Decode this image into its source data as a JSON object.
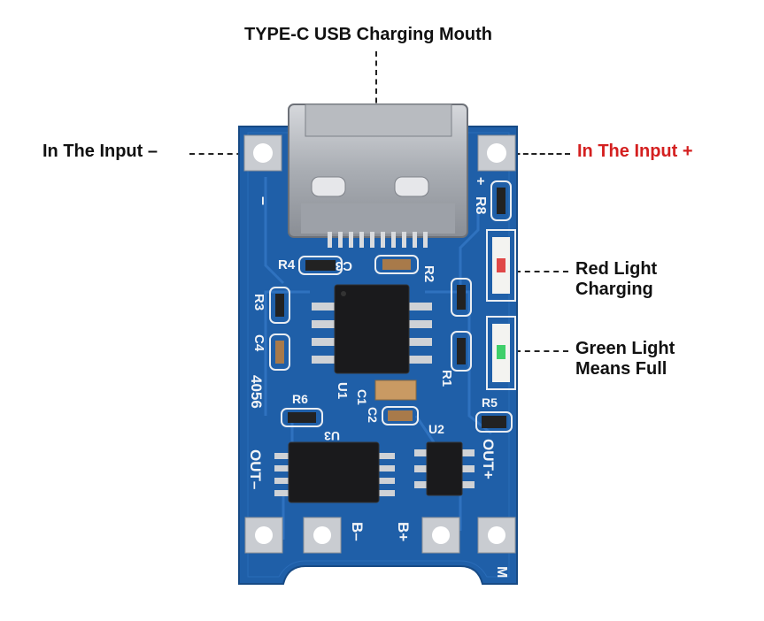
{
  "labels": {
    "usb_port": "TYPE-C USB Charging Mouth",
    "input_minus": "In The Input –",
    "input_plus": "In The Input +",
    "red_light_line1": "Red Light",
    "red_light_line2": "Charging",
    "green_light_line1": "Green Light",
    "green_light_line2": "Means Full"
  },
  "silkscreen": {
    "minus_left": "–",
    "plus_right": "+",
    "r8": "R8",
    "r4": "R4",
    "c3": "C3",
    "r2": "R2",
    "r3": "R3",
    "c4": "C4",
    "model": "4056",
    "u1": "U1",
    "r1": "R1",
    "r6": "R6",
    "c1": "C1",
    "c2": "C2",
    "r5": "R5",
    "u3": "U3",
    "u2": "U2",
    "out_minus": "OUT–",
    "out_plus": "OUT+",
    "b_minus": "B–",
    "b_plus": "B+",
    "m": "M"
  },
  "colors": {
    "pcb": "#1f5fa8",
    "pcb_dark": "#184e8c",
    "pad": "#c9ccd1",
    "red_callout": "#d42020",
    "led_red": "#e04848",
    "led_green": "#3fcf6a"
  }
}
